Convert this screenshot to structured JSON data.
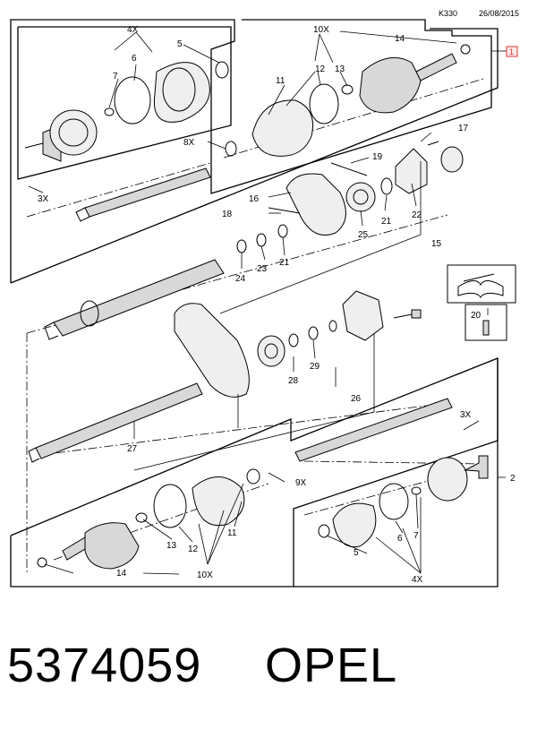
{
  "header": {
    "code": "K330",
    "date": "26/08/2015"
  },
  "ref_marker": "1",
  "callouts": {
    "c2": "2",
    "c3x_a": "3X",
    "c3x_b": "3X",
    "c4x_a": "4X",
    "c4x_b": "4X",
    "c5_a": "5",
    "c5_b": "5",
    "c6_a": "6",
    "c6_b": "6",
    "c7_a": "7",
    "c7_b": "7",
    "c8x": "8X",
    "c9x": "9X",
    "c10x_a": "10X",
    "c10x_b": "10X",
    "c11_a": "11",
    "c11_b": "11",
    "c12_a": "12",
    "c12_b": "12",
    "c13_a": "13",
    "c13_b": "13",
    "c14_a": "14",
    "c14_b": "14",
    "c15": "15",
    "c16": "16",
    "c17": "17",
    "c18": "18",
    "c19": "19",
    "c20": "20",
    "c21_a": "21",
    "c21_b": "21",
    "c22": "22",
    "c23": "23",
    "c24": "24",
    "c25": "25",
    "c26": "26",
    "c27": "27",
    "c28": "28",
    "c29": "29"
  },
  "footer": {
    "part_number": "5374059",
    "brand": "OPEL"
  }
}
